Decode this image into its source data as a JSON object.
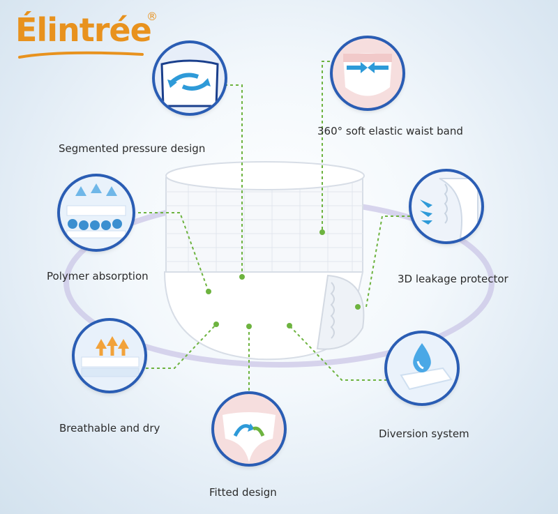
{
  "brand": {
    "name": "Élintrée",
    "registered": "®"
  },
  "features": {
    "segmented": "Segmented pressure design",
    "waist": "360° soft elastic waist band",
    "polymer": "Polymer absorption",
    "leakage": "3D leakage protector",
    "breathable": "Breathable and dry",
    "diversion": "Diversion system",
    "fitted": "Fitted design"
  },
  "icons": {
    "segmented": "hip-arrow-icon",
    "waist": "waist-band-icon",
    "polymer": "absorption-layer-icon",
    "leakage": "leak-guard-icon",
    "breathable": "breathable-layer-icon",
    "diversion": "water-drop-icon",
    "fitted": "fitted-brief-icon"
  },
  "colors": {
    "brand": "#e8921e",
    "accent_green": "#6db33f",
    "circle_blue": "#1a3f8c",
    "arrow": "#2e9ad8"
  }
}
